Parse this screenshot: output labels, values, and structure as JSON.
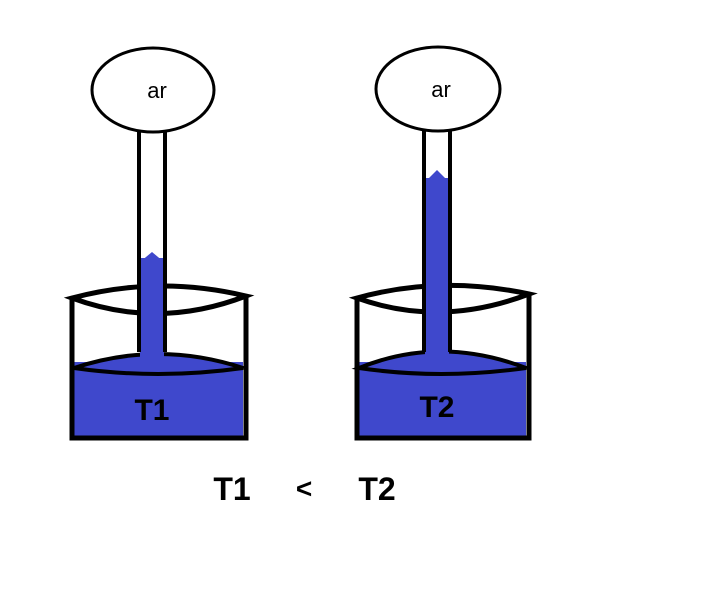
{
  "apparatus": [
    {
      "bulb_label": "ar",
      "temp_label": "T1",
      "column_level": "low"
    },
    {
      "bulb_label": "ar",
      "temp_label": "T2",
      "column_level": "high"
    }
  ],
  "comparison": {
    "left": "T1",
    "operator": "<",
    "right": "T2"
  },
  "colors": {
    "liquid": "#3f48cc",
    "stroke": "#000000"
  }
}
